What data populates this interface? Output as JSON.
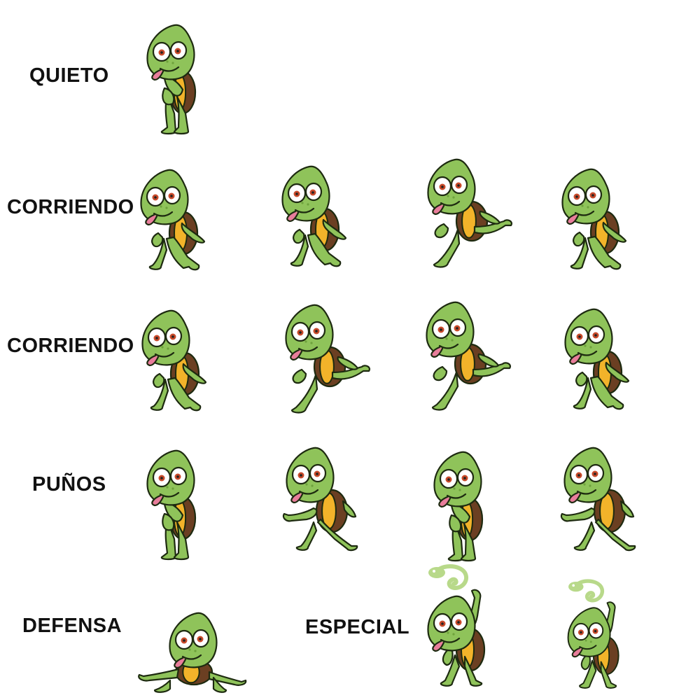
{
  "sheet": {
    "rows": [
      {
        "label": "QUIETO",
        "poses": [
          "idle"
        ]
      },
      {
        "label": "CORRIENDO",
        "poses": [
          "run-1",
          "run-2",
          "run-3",
          "run-4"
        ]
      },
      {
        "label": "CORRIENDO",
        "poses": [
          "run-5",
          "run-6",
          "run-7",
          "run-8"
        ]
      },
      {
        "label": "PUÑOS",
        "poses": [
          "punch-1",
          "punch-2",
          "punch-3",
          "punch-4"
        ]
      },
      {
        "label": "DEFENSA",
        "poses": [
          "defense"
        ]
      },
      {
        "label": "ESPECIAL",
        "poses": [
          "special-1",
          "special-2"
        ]
      }
    ]
  },
  "colors": {
    "skin": "#8fc35a",
    "skin_shade": "#6ea23c",
    "shell": "#6b3f22",
    "shell_rim": "#f2b32a",
    "eye": "#ffffff",
    "iris": "#c84a2a",
    "tongue": "#e87d9b",
    "chameleon": "#b8d98a"
  },
  "icons": {
    "character": "turtle-chameleon-sprite",
    "special_effect": "chameleon-icon"
  }
}
